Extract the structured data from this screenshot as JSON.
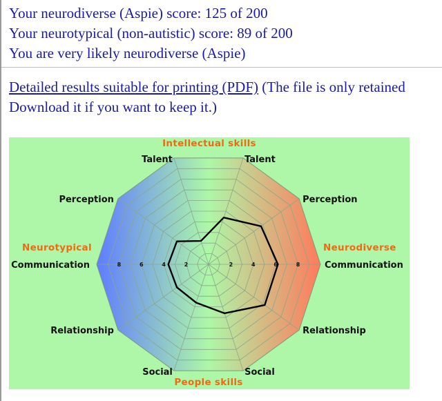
{
  "results": {
    "line1": "Your neurodiverse (Aspie) score: 125 of 200",
    "line2": "Your neurotypical (non-autistic) score: 89 of 200",
    "line3": "You are very likely neurodiverse (Aspie)"
  },
  "pdf": {
    "link_text": "Detailed results suitable for printing (PDF)",
    "note_line1": "(The file is only retained",
    "note_line2": "Download it if you want to keep it.)"
  },
  "colors": {
    "text_blue": "#1a1aa6",
    "panel_green": "#aef7a8",
    "category_orange": "#f06a14",
    "neurotypical_blue": "#5f7cff",
    "neurodiverse_red": "#ff7a5c"
  },
  "chart_data": {
    "type": "radar",
    "title": "",
    "range": [
      0,
      10
    ],
    "ring_step": 1,
    "tick_labels": {
      "left": [
        "8",
        "6",
        "4",
        "2"
      ],
      "right": [
        "2",
        "4",
        "6",
        "8"
      ]
    },
    "category_labels": {
      "top": "Intellectual skills",
      "bottom": "People skills",
      "left": "Neurotypical",
      "right": "Neurodiverse"
    },
    "axes": [
      {
        "label": "Talent",
        "side": "right"
      },
      {
        "label": "Perception",
        "side": "right"
      },
      {
        "label": "Communication",
        "side": "right"
      },
      {
        "label": "Relationship",
        "side": "right"
      },
      {
        "label": "Social",
        "side": "right"
      },
      {
        "label": "Social",
        "side": "left"
      },
      {
        "label": "Relationship",
        "side": "left"
      },
      {
        "label": "Communication",
        "side": "left"
      },
      {
        "label": "Perception",
        "side": "left"
      },
      {
        "label": "Talent",
        "side": "left"
      }
    ],
    "series": [
      {
        "values": [
          4.4,
          5.8,
          6.2,
          6.2,
          4.6,
          3.6,
          3.5,
          3.6,
          3.5,
          2.2
        ],
        "color": "#000000"
      }
    ],
    "grid": true
  }
}
